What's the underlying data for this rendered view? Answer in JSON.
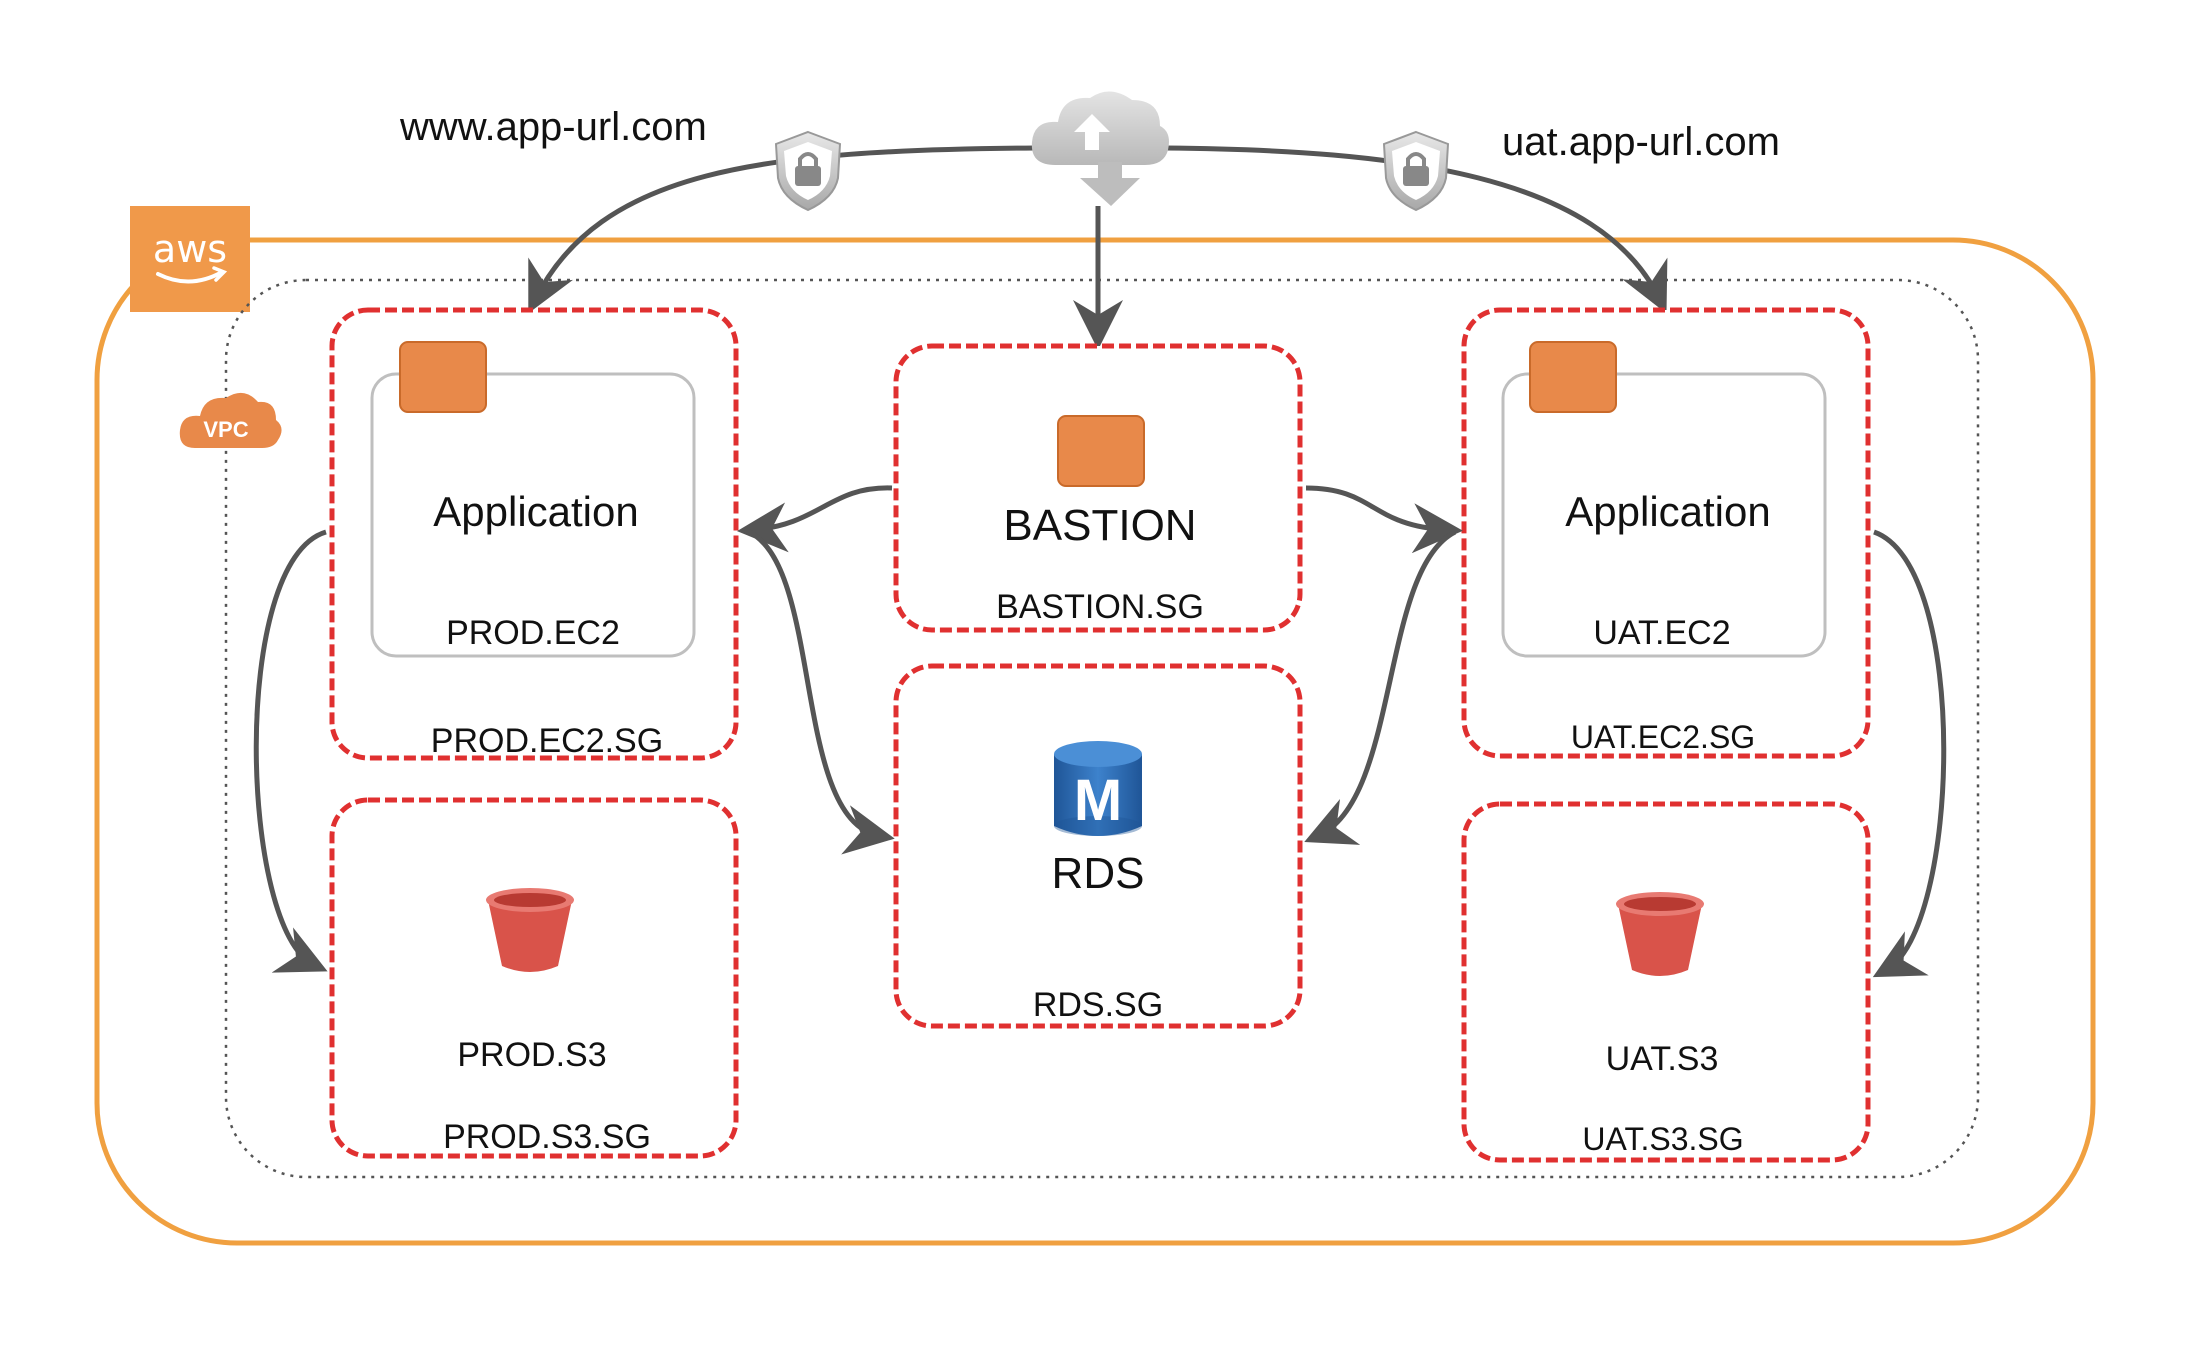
{
  "urls": {
    "prod": "www.app-url.com",
    "uat": "uat.app-url.com"
  },
  "aws": {
    "logo_text": "aws"
  },
  "vpc": {
    "badge_text": "VPC"
  },
  "prod": {
    "app_label": "Application",
    "ec2_label": "PROD.EC2",
    "ec2_sg_label": "PROD.EC2.SG",
    "s3_label": "PROD.S3",
    "s3_sg_label": "PROD.S3.SG"
  },
  "bastion": {
    "label": "BASTION",
    "sg_label": "BASTION.SG"
  },
  "rds": {
    "icon_letter": "M",
    "label": "RDS",
    "sg_label": "RDS.SG"
  },
  "uat": {
    "app_label": "Application",
    "ec2_label": "UAT.EC2",
    "ec2_sg_label": "UAT.EC2.SG",
    "s3_label": "UAT.S3",
    "s3_sg_label": "UAT.S3.SG"
  },
  "colors": {
    "aws_orange": "#F0A040",
    "sg_red": "#E03030",
    "ec2_orange": "#E8894A",
    "s3_red": "#D9534A",
    "rds_blue": "#2E6DB4",
    "arrow_gray": "#555555",
    "cloud_gray": "#C8C8C8"
  }
}
